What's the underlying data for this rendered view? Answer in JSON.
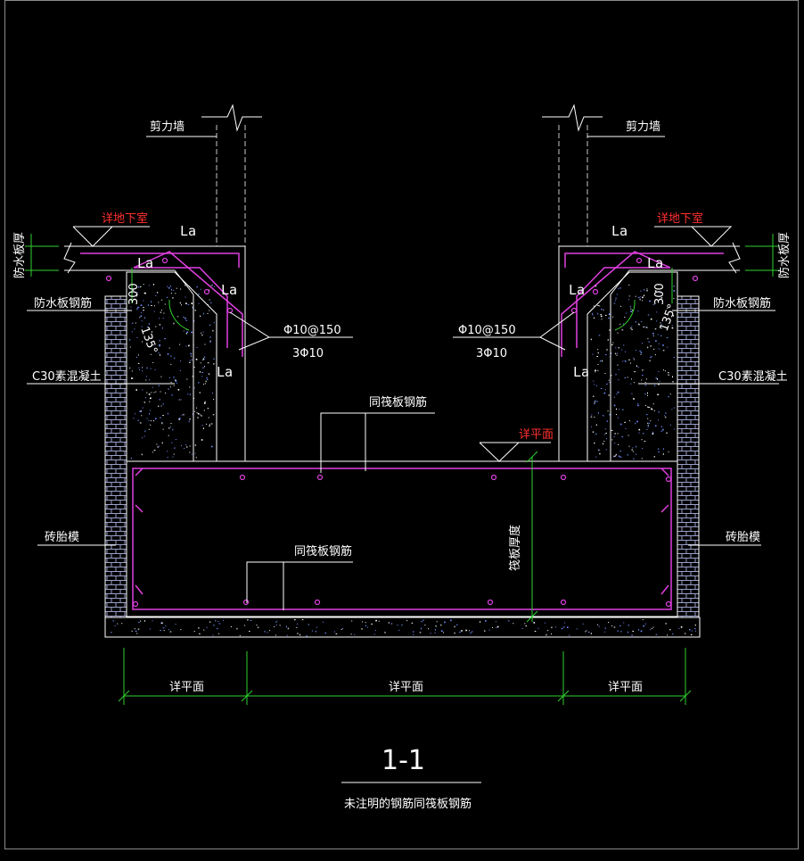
{
  "labels": {
    "shear_wall": "剪力墙",
    "see_basement": "详地下室",
    "waterproof_thickness": "防水板厚",
    "waterproof_rebar": "防水板钢筋",
    "c30_concrete": "C30素混凝土",
    "brick_formwork": "砖胎模",
    "same_raft_rebar": "同筏板钢筋",
    "see_plan": "详平面",
    "raft_thickness": "筏板厚度",
    "rebar_spacing": "Φ10@150",
    "rebar_count": "3Φ10",
    "la": "La",
    "dim_300": "300",
    "angle_135": "135°"
  },
  "title": {
    "section": "1-1",
    "note": "未注明的钢筋同筏板钢筋"
  },
  "colors": {
    "rebar": "#e040e0",
    "green_dim": "#30d030",
    "line_white": "#ffffff",
    "dashed": "#c8c8c8",
    "red_text": "#ff3030",
    "concrete_speckle": "#6f8fff"
  }
}
